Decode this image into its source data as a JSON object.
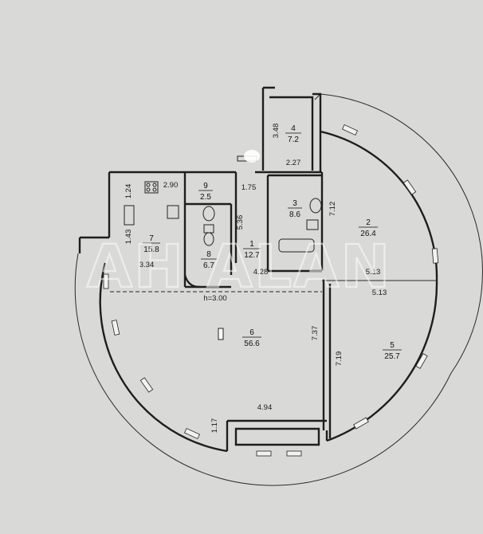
{
  "watermark": "AH ALAN",
  "ceiling_height": "h=3.00",
  "rooms": [
    {
      "id": "1",
      "number": "1",
      "area": "12.7"
    },
    {
      "id": "2",
      "number": "2",
      "area": "26.4"
    },
    {
      "id": "3",
      "number": "3",
      "area": "8.6"
    },
    {
      "id": "4",
      "number": "4",
      "area": "7.2"
    },
    {
      "id": "5",
      "number": "5",
      "area": "25.7"
    },
    {
      "id": "6",
      "number": "6",
      "area": "56.6"
    },
    {
      "id": "7",
      "number": "7",
      "area": "15.8"
    },
    {
      "id": "8",
      "number": "8",
      "area": "6.7"
    },
    {
      "id": "9",
      "number": "9",
      "area": "2.5"
    }
  ],
  "dimensions": {
    "d_3_48": "3.48",
    "d_2_27": "2.27",
    "d_1_24": "1.24",
    "d_2_90": "2.90",
    "d_1_75": "1.75",
    "d_1_43": "1.43",
    "d_3_34": "3.34",
    "d_5_36": "5.36",
    "d_7_12": "7.12",
    "d_4_28": "4.28",
    "d_5_13_upper": "5.13",
    "d_5_13_lower": "5.13",
    "d_7_37": "7.37",
    "d_7_19": "7.19",
    "d_1_17": "1.17",
    "d_4_94": "4.94"
  }
}
